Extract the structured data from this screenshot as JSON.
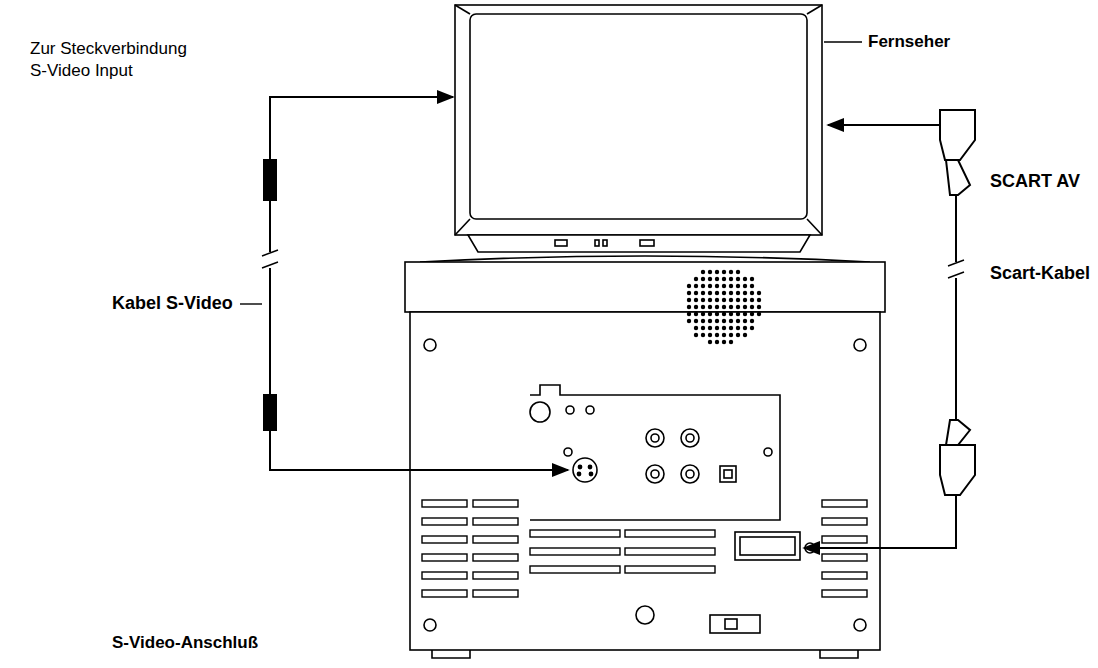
{
  "diagram": {
    "caption": "S-Video-Anschluß",
    "labels": [
      "Fernseher",
      "Zur Steckverbindung S-Video Input",
      "SCART AV",
      "Kabel S-Video",
      "Scart-Kabel"
    ]
  }
}
